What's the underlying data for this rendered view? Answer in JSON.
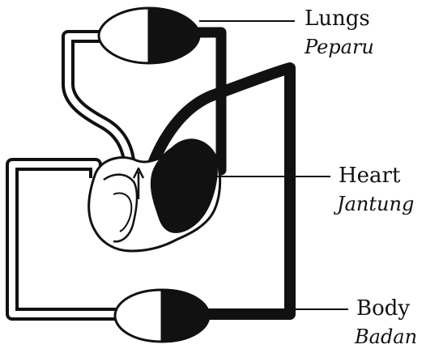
{
  "colors": {
    "ink": "#111111",
    "background": "#ffffff"
  },
  "labels": {
    "lungs": {
      "english": "Lungs",
      "malay": "Peparu"
    },
    "heart": {
      "english": "Heart",
      "malay": "Jantung"
    },
    "body": {
      "english": "Body",
      "malay": "Badan"
    }
  }
}
